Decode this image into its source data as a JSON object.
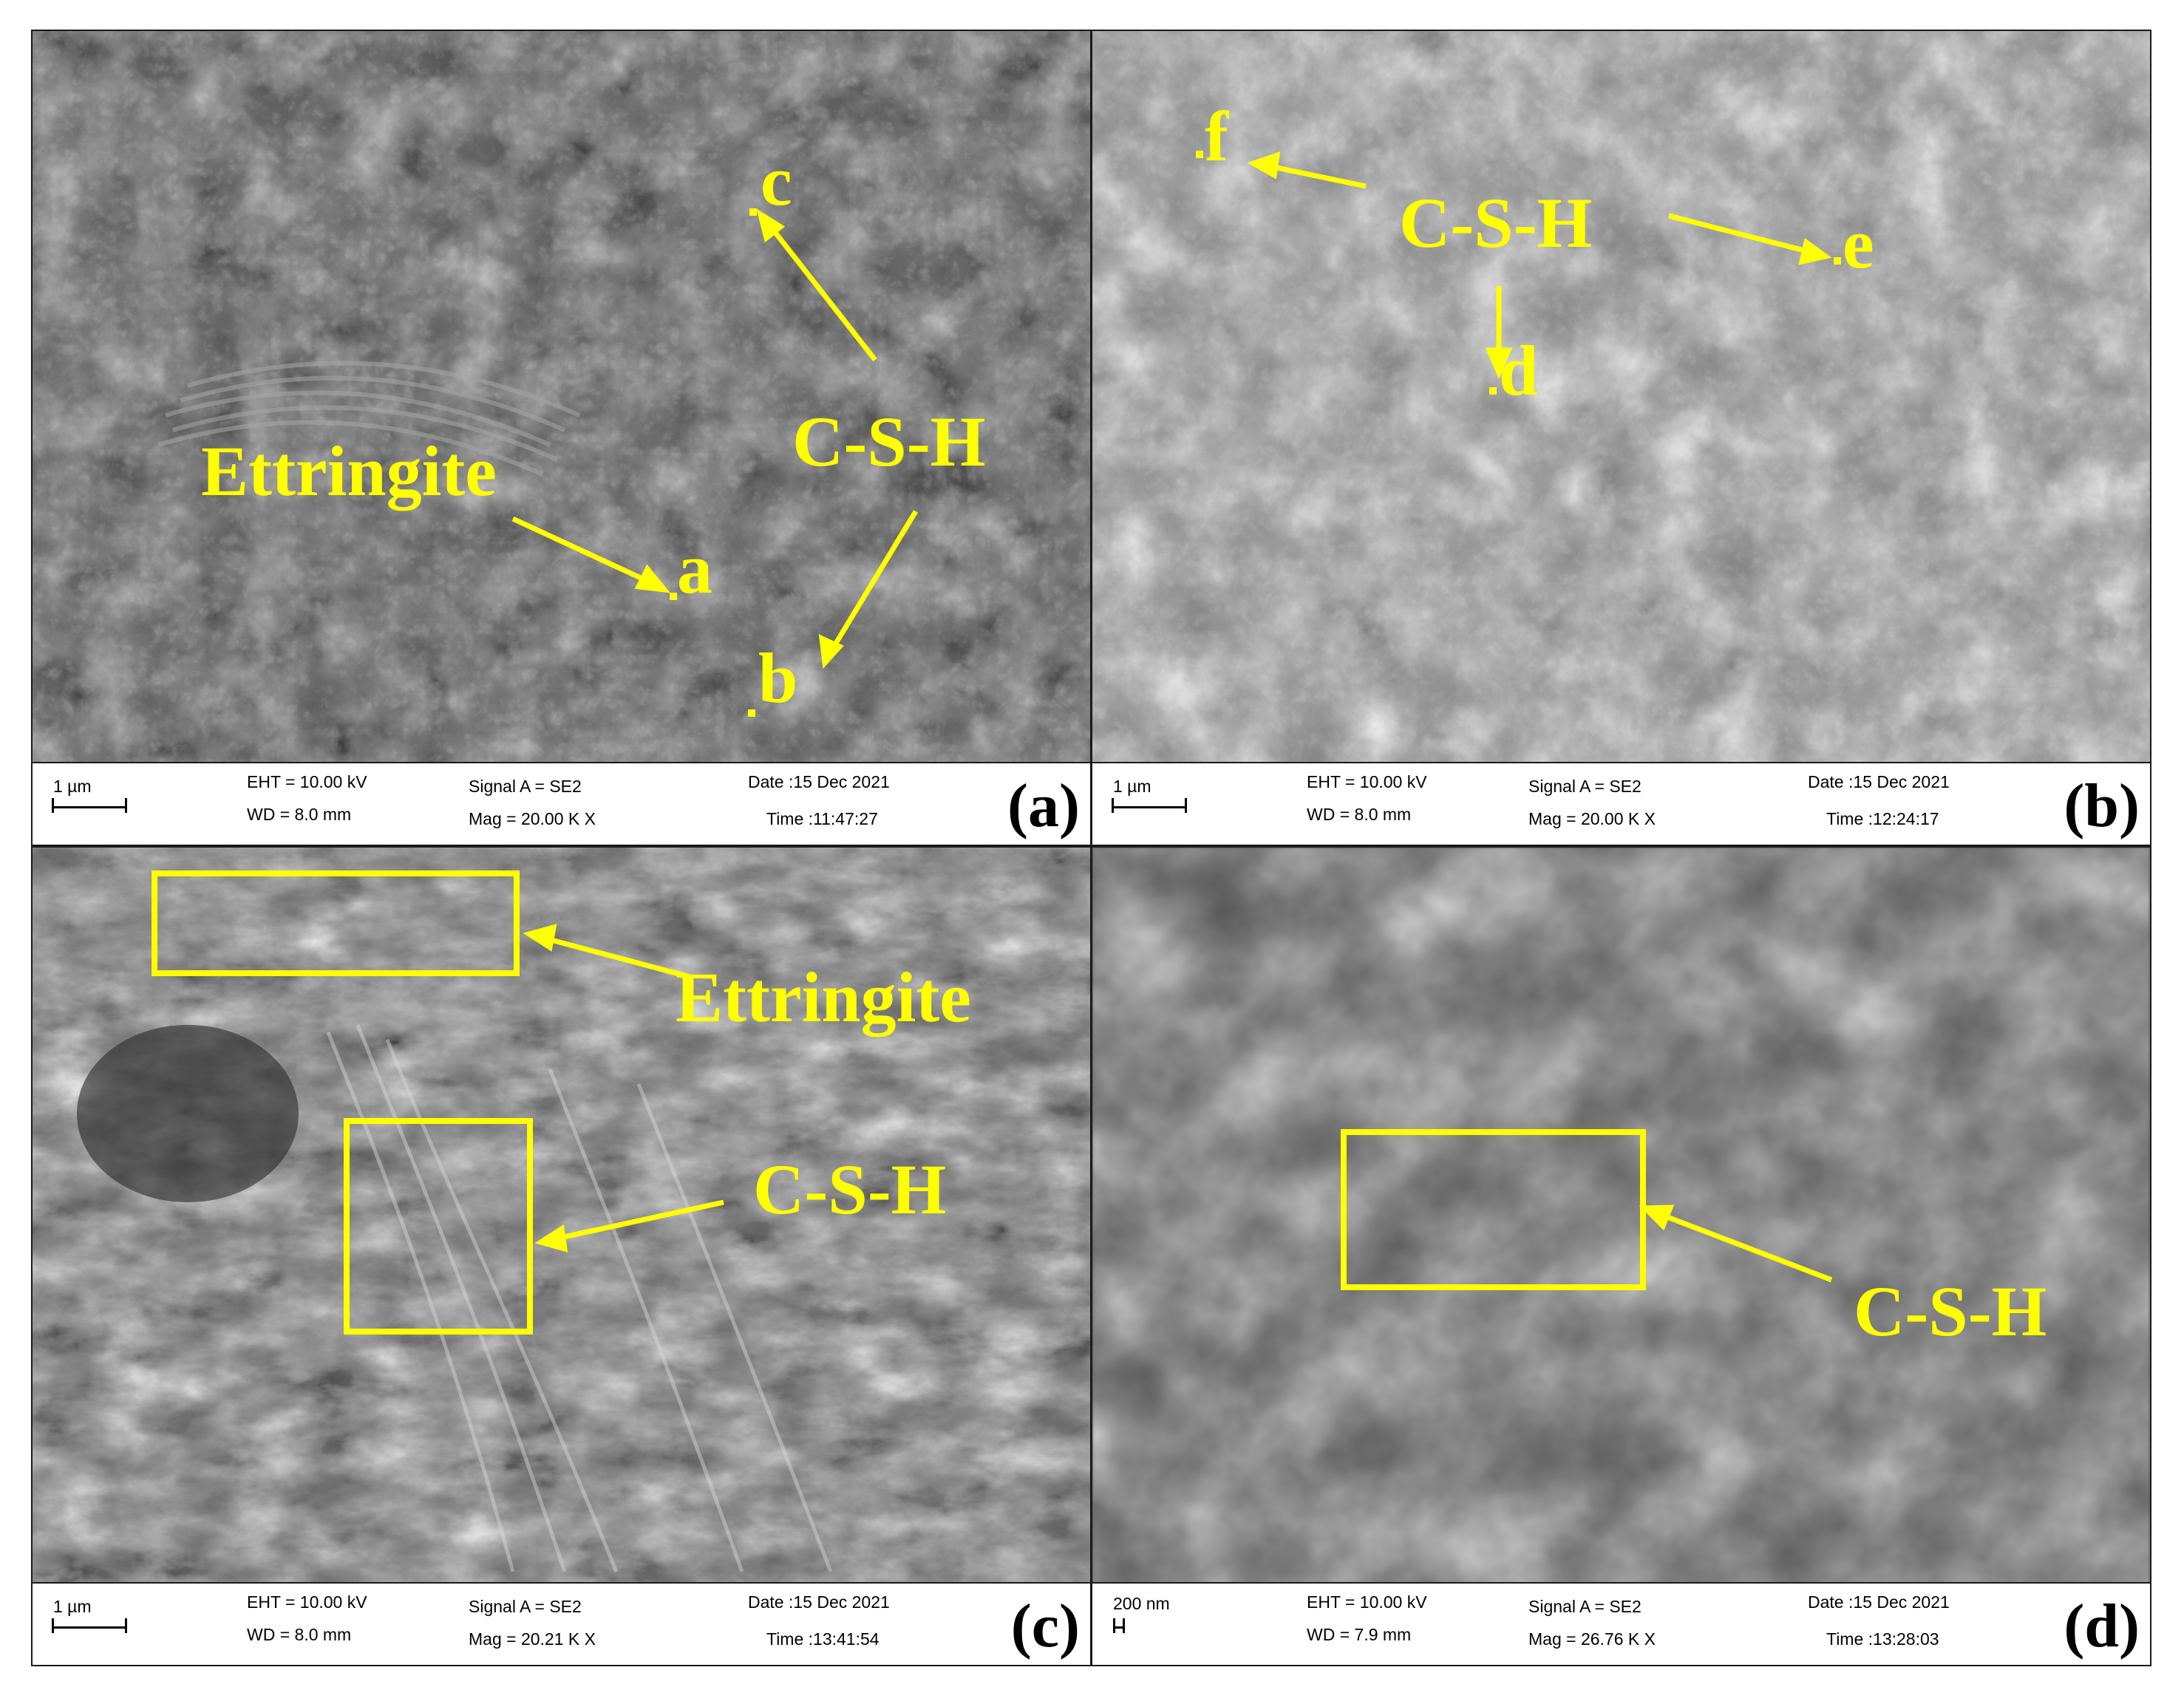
{
  "figure": {
    "accent_color": "#ffff00",
    "panels": [
      {
        "id": "a",
        "letter": "(a)",
        "scale_label": "1 µm",
        "eht": "EHT = 10.00 kV",
        "wd": "WD = 8.0 mm",
        "signal": "Signal A = SE2",
        "mag": "Mag =  20.00 K X",
        "date": "Date :15 Dec 2021",
        "time": "Time :11:47:27",
        "labels": {
          "ettringite": "Ettringite",
          "csh": "C-S-H",
          "point_a": "a",
          "point_b": "b",
          "point_c": "c"
        }
      },
      {
        "id": "b",
        "letter": "(b)",
        "scale_label": "1 µm",
        "eht": "EHT = 10.00 kV",
        "wd": "WD = 8.0 mm",
        "signal": "Signal A = SE2",
        "mag": "Mag =  20.00 K X",
        "date": "Date :15 Dec 2021",
        "time": "Time :12:24:17",
        "labels": {
          "csh": "C-S-H",
          "point_d": "d",
          "point_e": "e",
          "point_f": "f"
        }
      },
      {
        "id": "c",
        "letter": "(c)",
        "scale_label": "1 µm",
        "eht": "EHT = 10.00 kV",
        "wd": "WD = 8.0 mm",
        "signal": "Signal A = SE2",
        "mag": "Mag =  20.21 K X",
        "date": "Date :15 Dec 2021",
        "time": "Time :13:41:54",
        "labels": {
          "ettringite": "Ettringite",
          "csh": "C-S-H"
        }
      },
      {
        "id": "d",
        "letter": "(d)",
        "scale_label": "200 nm",
        "eht": "EHT = 10.00 kV",
        "wd": "WD = 7.9 mm",
        "signal": "Signal A = SE2",
        "mag": "Mag =  26.76 K X",
        "date": "Date :15 Dec 2021",
        "time": "Time :13:28:03",
        "labels": {
          "csh": "C-S-H"
        }
      }
    ]
  }
}
